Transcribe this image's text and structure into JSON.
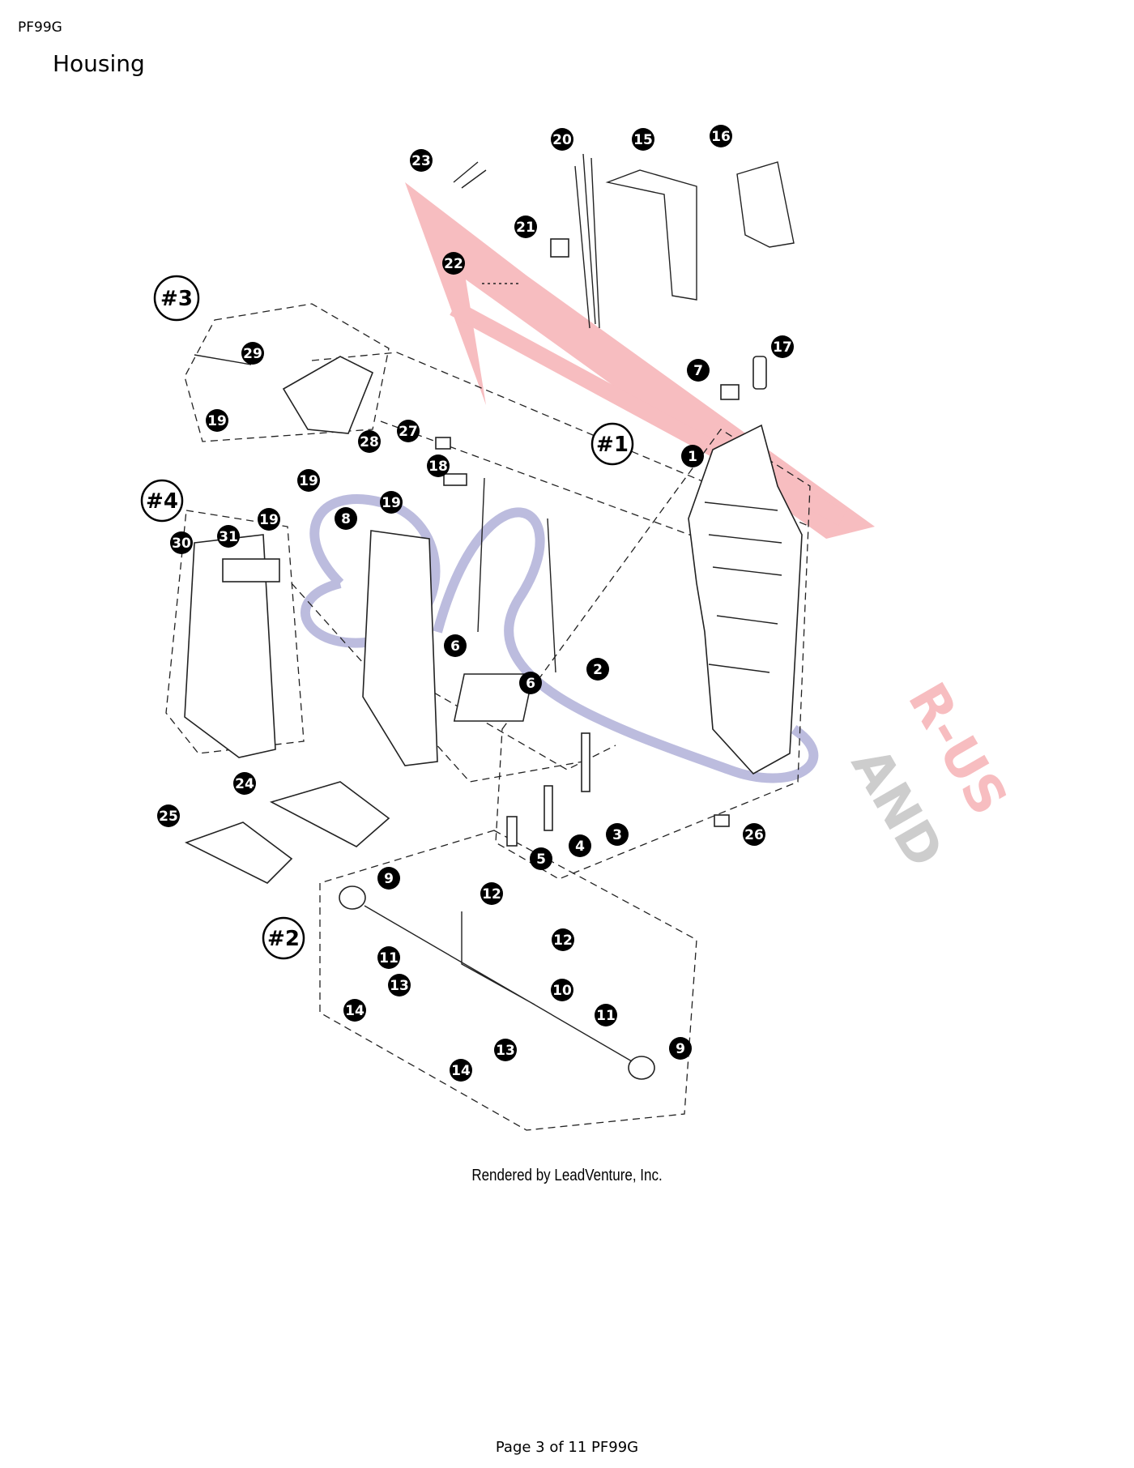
{
  "header": {
    "doc_code": "PF99G",
    "title": "Housing"
  },
  "credit": "Rendered by LeadVenture, Inc.",
  "footer": "Page 3 of 11 PF99G",
  "watermark": {
    "text_lines": [
      "R-US",
      "AND"
    ],
    "colors": {
      "red": "#e8424a",
      "blue": "#3f3fa0",
      "gray": "#6f6f6f"
    }
  },
  "groups": [
    "#1",
    "#2",
    "#3",
    "#4"
  ],
  "callouts": [
    "1",
    "2",
    "3",
    "4",
    "5",
    "6",
    "6",
    "7",
    "8",
    "9",
    "9",
    "10",
    "11",
    "11",
    "12",
    "12",
    "13",
    "13",
    "14",
    "14",
    "15",
    "16",
    "17",
    "18",
    "19",
    "19",
    "19",
    "19",
    "20",
    "21",
    "22",
    "23",
    "24",
    "25",
    "26",
    "27",
    "28",
    "29",
    "30",
    "31"
  ]
}
